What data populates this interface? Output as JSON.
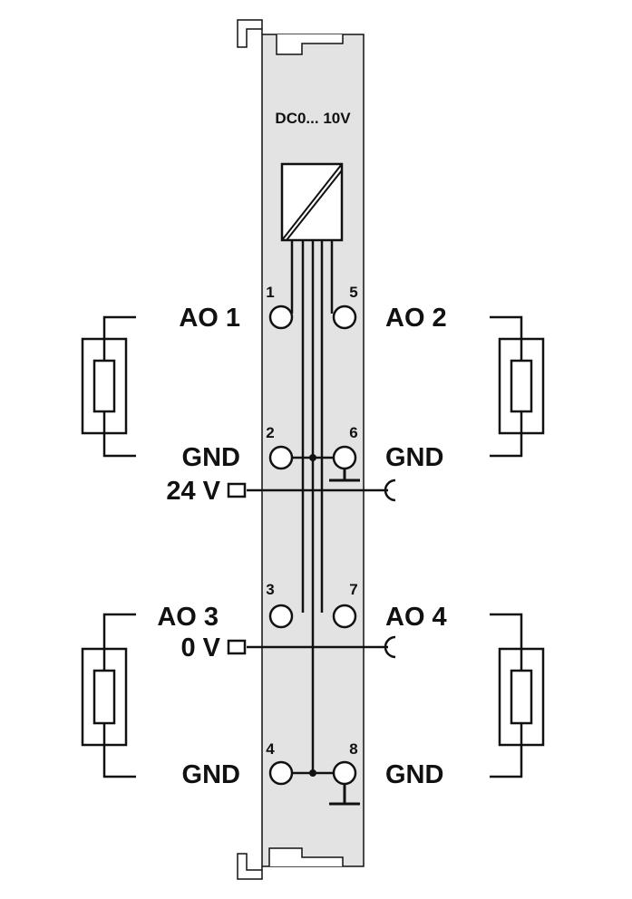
{
  "module": {
    "title": "DC0... 10V",
    "panel_color": "#e3e3e3",
    "line_color": "#111111"
  },
  "terminals": [
    {
      "number": "1",
      "label": "AO 1"
    },
    {
      "number": "5",
      "label": "AO 2"
    },
    {
      "number": "2",
      "label": "GND"
    },
    {
      "number": "6",
      "label": "GND"
    },
    {
      "number": "3",
      "label": "AO 3"
    },
    {
      "number": "7",
      "label": "AO 4"
    },
    {
      "number": "4",
      "label": "GND"
    },
    {
      "number": "8",
      "label": "GND"
    }
  ],
  "power": {
    "supply_label": "24 V",
    "zero_label": "0 V"
  },
  "icons": [
    "dc-converter-icon",
    "resistor-load-icon",
    "ground-icon",
    "power-contact-icon"
  ]
}
